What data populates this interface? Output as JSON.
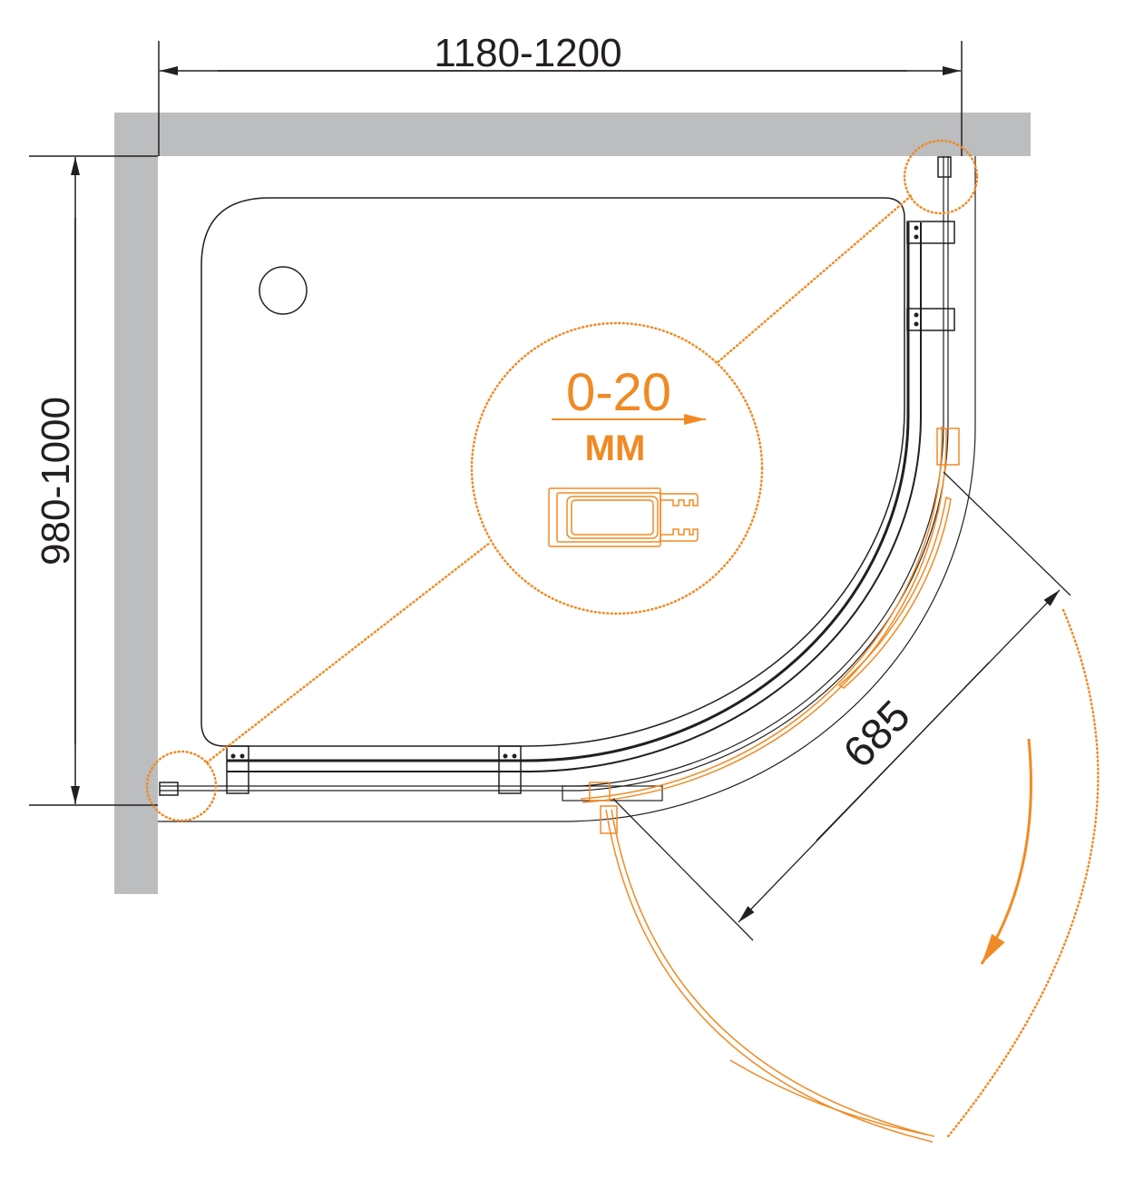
{
  "dimensions": {
    "width_label": "1180-1200",
    "depth_label": "980-1000",
    "door_opening_label": "685"
  },
  "inset": {
    "adjustment_value": "0-20",
    "adjustment_unit": "MM"
  },
  "colors": {
    "wall": "#bcbdbf",
    "line": "#231f20",
    "accent": "#f08a24"
  }
}
